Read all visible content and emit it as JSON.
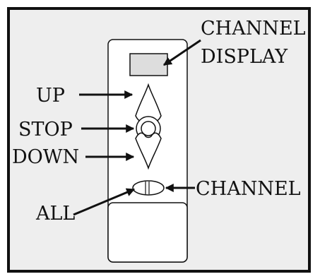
{
  "labels": {
    "channel_display_line1": "CHANNEL",
    "channel_display_line2": "DISPLAY",
    "up": "UP",
    "stop": "STOP",
    "down": "DOWN",
    "channel": "CHANNEL",
    "all": "ALL"
  },
  "colors": {
    "page_background": "#eeeeee",
    "remote_body": "#ffffff",
    "display_window": "#dddddd",
    "ink": "#111111"
  }
}
